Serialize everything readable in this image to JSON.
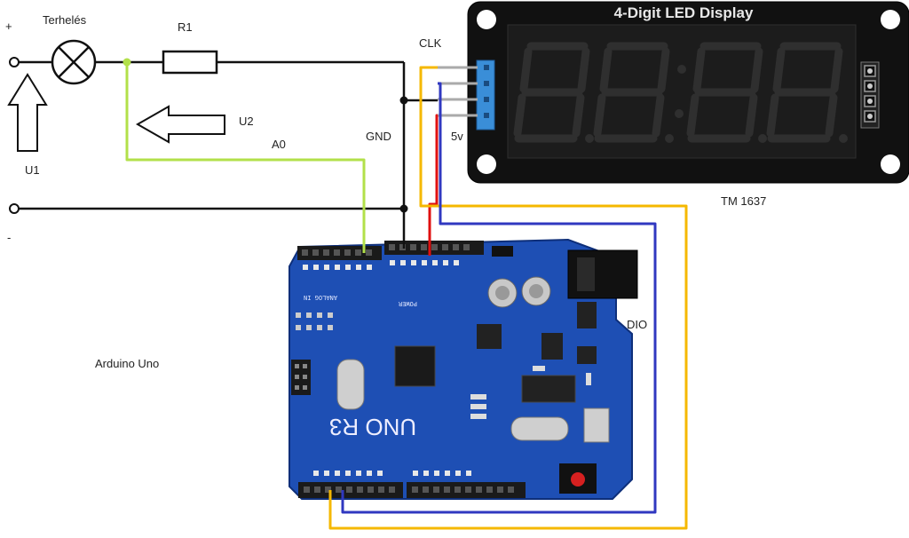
{
  "labels": {
    "plus": "+",
    "minus": "-",
    "load": "Terhelés",
    "r1": "R1",
    "u1": "U1",
    "u2": "U2",
    "a0": "A0",
    "gnd": "GND",
    "clk": "CLK",
    "v5": "5v",
    "dio": "DIO",
    "tm": "TM 1637",
    "arduino": "Arduino Uno"
  },
  "display": {
    "title": "4-Digit LED Display"
  },
  "board": {
    "name": "UNO R3"
  },
  "colors": {
    "board": "#1e4fb4",
    "wire_black": "#111111",
    "wire_green": "#b2e04a",
    "wire_yellow": "#f5b800",
    "wire_red": "#e01010",
    "wire_blue": "#3038c0"
  }
}
